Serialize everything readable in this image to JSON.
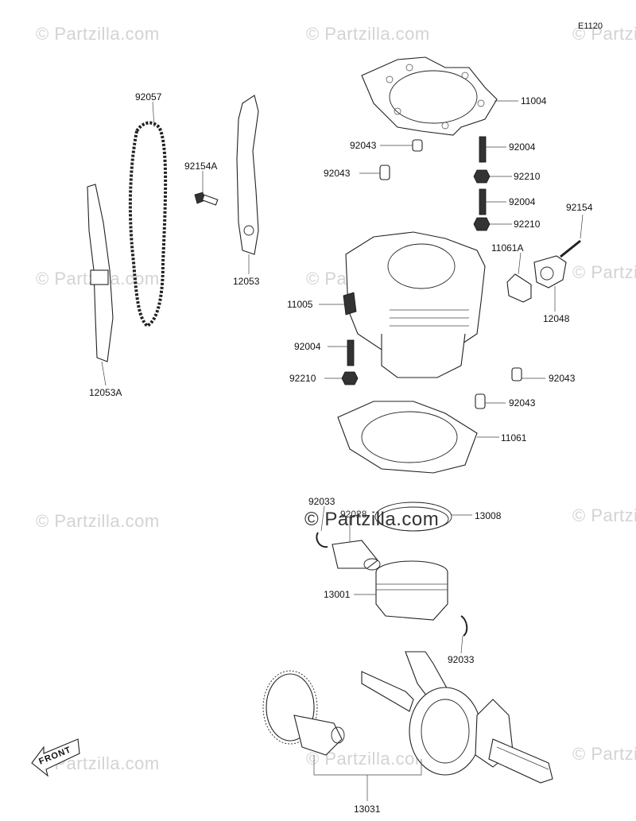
{
  "diagram_code": "E1120",
  "watermark": "© Partzilla.com",
  "front_label": "FRONT",
  "parts": [
    {
      "id": "p11004",
      "num": "11004"
    },
    {
      "id": "p92043a",
      "num": "92043"
    },
    {
      "id": "p92004a",
      "num": "92004"
    },
    {
      "id": "p92043b",
      "num": "92043"
    },
    {
      "id": "p92210a",
      "num": "92210"
    },
    {
      "id": "p92004b",
      "num": "92004"
    },
    {
      "id": "p92210b",
      "num": "92210"
    },
    {
      "id": "p92154",
      "num": "92154"
    },
    {
      "id": "p11061A",
      "num": "11061A"
    },
    {
      "id": "p12048",
      "num": "12048"
    },
    {
      "id": "p11005",
      "num": "11005"
    },
    {
      "id": "p92004c",
      "num": "92004"
    },
    {
      "id": "p92210c",
      "num": "92210"
    },
    {
      "id": "p92043c",
      "num": "92043"
    },
    {
      "id": "p92043d",
      "num": "92043"
    },
    {
      "id": "p11061",
      "num": "11061"
    },
    {
      "id": "p92057",
      "num": "92057"
    },
    {
      "id": "p92154A",
      "num": "92154A"
    },
    {
      "id": "p12053",
      "num": "12053"
    },
    {
      "id": "p12053A",
      "num": "12053A"
    },
    {
      "id": "p92033a",
      "num": "92033"
    },
    {
      "id": "p92028",
      "num": "92028"
    },
    {
      "id": "p13008",
      "num": "13008"
    },
    {
      "id": "p13001",
      "num": "13001"
    },
    {
      "id": "p92033b",
      "num": "92033"
    },
    {
      "id": "p13031",
      "num": "13031"
    }
  ]
}
